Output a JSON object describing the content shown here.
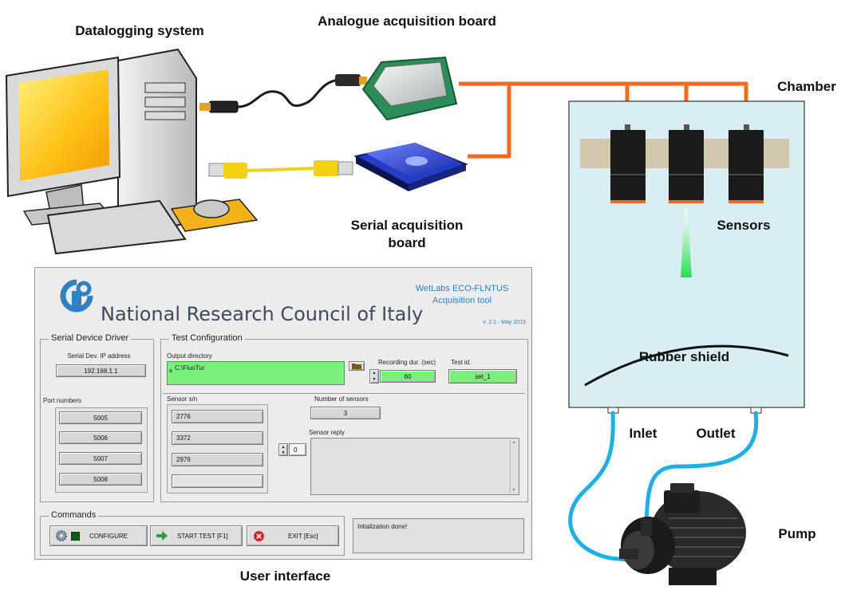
{
  "labels": {
    "datalogging": "Datalogging system",
    "analogue": "Analogue acquisition board",
    "serial": "Serial acquisition board",
    "chamber": "Chamber",
    "sensors": "Sensors",
    "rubber": "Rubber shield",
    "inlet": "Inlet",
    "outlet": "Outlet",
    "pump": "Pump",
    "ui": "User interface"
  },
  "ui": {
    "org_name": "National Research Council of Italy",
    "tool_name": "WetLabs ECO-FLNTUS",
    "tool_sub": "Acquisition tool",
    "version": "v. 2.1 - May 2015",
    "serial_group": "Serial Device Driver",
    "ip_label": "Serial Dev. IP address",
    "ip_value": "192.168.1.1",
    "ports_label": "Port numbers",
    "ports": [
      "5005",
      "5006",
      "5007",
      "5008"
    ],
    "test_group": "Test Configuration",
    "outdir_label": "Output directory",
    "outdir_value": "C:\\FluoTur",
    "path_glyph": "a",
    "rec_label": "Recording dur. (sec)",
    "rec_value": "60",
    "testid_label": "Test id.",
    "testid_value": "set_1",
    "sn_label": "Sensor s/n",
    "sensors_sn": [
      "2776",
      "3372",
      "2976",
      ""
    ],
    "num_label": "Number of sensors",
    "num_value": "3",
    "reply_label": "Sensor reply",
    "index_value": "0",
    "commands_group": "Commands",
    "btn_configure": "CONFIGURE",
    "btn_start": "START TEST [F1]",
    "btn_exit": "EXIT [Esc]",
    "status": "Intialization done!"
  },
  "colors": {
    "cable_orange": "#f26b1d",
    "tube_blue": "#20aee6",
    "chamber_fill": "#d9eef3",
    "mount_band": "#d3c8ad",
    "beam_green": "#22e04a",
    "indicator_green": "#79f07e",
    "logo_blue": "#2f7fc1"
  }
}
